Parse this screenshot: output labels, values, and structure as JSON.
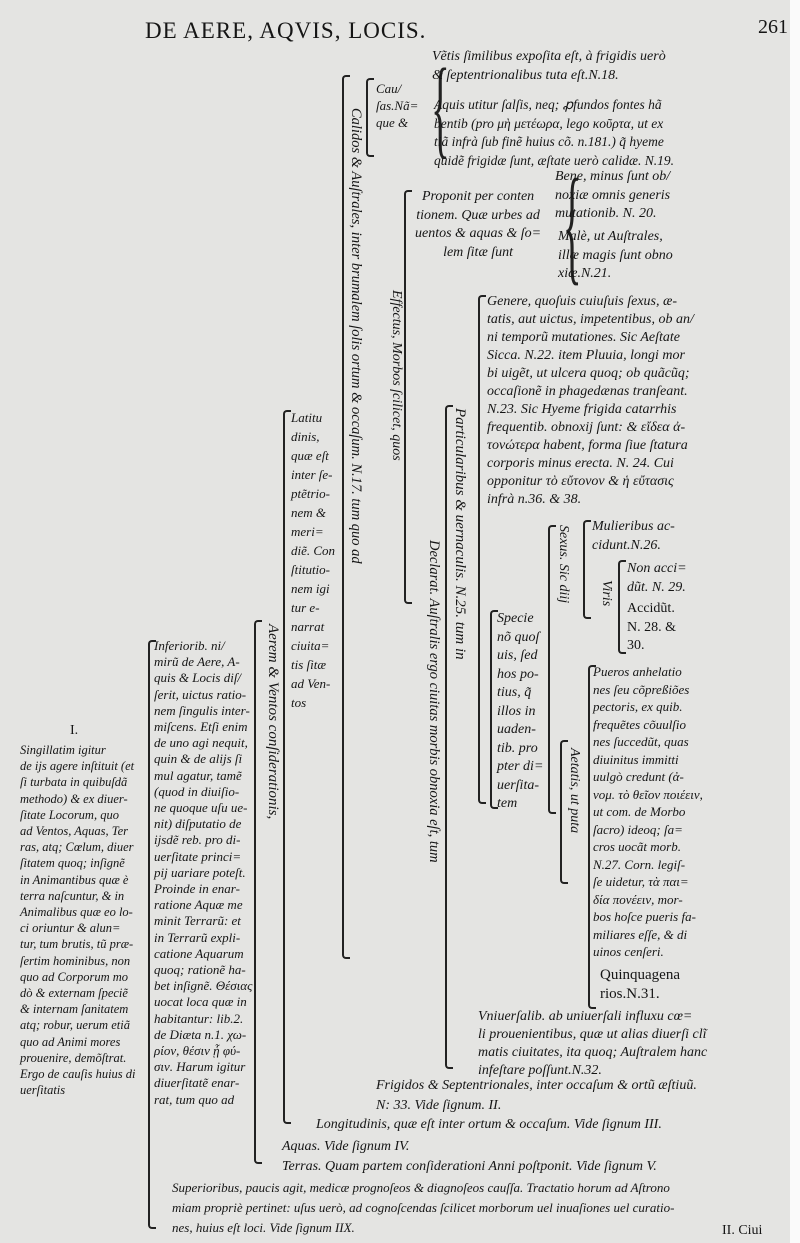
{
  "header": {
    "title": "DE AERE, AQVIS, LOCIS.",
    "page_number": "261"
  },
  "blocks": {
    "causas": [
      "Cau/",
      "ſas.Nã=",
      "que &"
    ],
    "ventis": [
      "Vẽtis ſimilibus expoſita eſt, à frigidis uerò",
      "& ſeptentrionalibus tuta eſt.N.18."
    ],
    "aquis": [
      "Aquis utitur ſalſis, neq; ꝓfundos fontes hã",
      "bentib (pro μὴ μετέωρα, lego κοῦρτα, ut ex",
      "tiã infrà ſub finẽ huius cõ. n.181.) q̃ hyeme",
      "quidẽ frigidæ ſunt, æſtate uerò calidæ. N.19."
    ],
    "proponit": [
      "Proponit per conten",
      "tionem. Quæ urbes ad",
      "uentos & aquas & ſo=",
      "lem ſitæ ſunt"
    ],
    "bene": [
      "Bene, minus ſunt ob/",
      "noxiæ omnis generis",
      "mutationib. N. 20."
    ],
    "male": [
      "Malè, ut Auſtrales,",
      "illæ magis ſunt obno",
      "xiæ.N.21."
    ],
    "genere": [
      "Genere, quoſuis cuiuſuis ſexus, æ-",
      "tatis, aut uictus, impetentibus, ob an/",
      "ni temporũ mutationes. Sic Aeſtate",
      "Sicca. N.22. item Pluuia, longi mor",
      "bi uigẽt, ut ulcera quoq; ob quãcũq;",
      "occaſionẽ in phagedænas tranſeant.",
      "N.23. Sic Hyeme frigida catarrhis",
      "frequentib. obnoxij ſunt: & εἴδεα ἀ-",
      "τονώτερα habent, forma ſiue ſtatura",
      "corporis minus erecta. N. 24. Cui",
      "opponitur τὸ εὔτονον & ἡ εὔτασις",
      "infrà n.36. & 38."
    ],
    "latitudinis": [
      "Latitu",
      "dinis,",
      "quæ eſt",
      "inter ſe-",
      "ptẽtrio-",
      "nem &",
      "meri=",
      "diẽ. Con",
      "ſtitutio-",
      "nem igi",
      "tur e-",
      "narrat",
      "ciuita=",
      "tis ſitæ",
      "ad Ven-",
      "tos"
    ],
    "mulieribus": [
      "Mulieribus ac-",
      "cidunt.N.26."
    ],
    "non_accidunt": [
      "Non acci=",
      "dũt. N. 29."
    ],
    "accidunt": [
      "Accidũt.",
      "N. 28. &",
      "30."
    ],
    "specie": [
      "Specie",
      "nõ quoſ",
      "uis, ſed",
      "hos po-",
      "tius, q̃",
      "illos in",
      "uaden-",
      "tib. pro",
      "pter di=",
      "uerſita-",
      "tem"
    ],
    "pueros": [
      "Pueros anhelatio",
      "nes ſeu cõpreßiões",
      "pectoris, ex quib.",
      "frequẽtes cõuulſio",
      "nes ſuccedũt, quas",
      "diuinitus immitti",
      "uulgò credunt (ἀ-",
      "νομ. τὸ θεῖον ποιέειν,",
      "ut com. de Morbo",
      "ſacro) ideoq; ſa=",
      "cros uocãt morb.",
      "N.27. Corn. legiſ-",
      "ſe uidetur, τὰ παι=",
      "δία πονέειν, mor-",
      "bos hoſce pueris fa-",
      "miliares eſſe, & di",
      "uinos cenſeri."
    ],
    "quinquagenarios": [
      "Quinquagena",
      "rios.N.31."
    ],
    "vniuersalib": [
      "Vniuerſalib. ab uniuerſali influxu cœ=",
      "li prouenientibus, quæ ut alias diuerſi clĩ",
      "matis ciuitates, ita quoq; Auſtralem hanc",
      "infeſtare poſſunt.N.32."
    ],
    "frigidos": [
      "Frigidos & Septentrionales, inter occaſum & ortũ æſtiuũ.",
      "N: 33. Vide ſignum. II."
    ],
    "inferiorib": [
      "Inferiorib. ni/",
      "mirũ de Aere, A-",
      "quis & Locis diſ/",
      "ſerit, uictus ratio-",
      "nem ſingulis inter-",
      "miſcens. Etſi enim",
      "de uno agi nequit,",
      "quin & de alijs ſi",
      "mul agatur, tamẽ",
      "(quod in diuiſio-",
      "ne quoque uſu ue-",
      "nit) diſputatio de",
      "ijsdẽ reb. pro di-",
      "uerſitate princi=",
      "pij uariare poteſt.",
      "Proinde in enar-",
      "ratione Aquæ me",
      "minit Terrarũ: et",
      "in Terrarũ expli-",
      "catione Aquarum",
      "quoq; rationẽ ha-",
      "bet inſignẽ. Θέσιας",
      "uocat loca quæ in",
      "habitantur: lib.2.",
      "de Diæta n.1. χω-",
      "ρίον, θέσιν ᾗ φύ-",
      "σιν. Harum igitur",
      "diuerſitatẽ enar-",
      "rat, tum quo ad"
    ],
    "singillatim": [
      "Singillatim igitur",
      "de ijs agere inſtituit (et",
      "ſi turbata in quibuſdã",
      "methodo) & ex diuer-",
      "ſitate Locorum, quo",
      "ad Ventos, Aquas, Ter",
      "ras, atq; Cœlum, diuer",
      "ſitatem quoq; inſignẽ",
      "in Animantibus quæ è",
      "terra naſcuntur, & in",
      "Animalibus quæ eo lo-",
      "ci oriuntur & alun=",
      "tur, tum brutis, tũ præ-",
      "ſertim hominibus, non",
      "quo ad Corporum mo",
      "dò & externam ſpeciẽ",
      "& internam ſanitatem",
      "atq; robur, uerum etiã",
      "quo ad Animi mores",
      "prouenire, demõſtrat.",
      "Ergo de cauſis huius di",
      "uerſitatis"
    ],
    "superioribus": [
      "Superioribus, paucis agit, medicæ prognoſeos & diagnoſeos cauſſa. Tractatio horum ad Aſtrono",
      "miam propriè pertinet: uſus uerò, ad cognoſcendas ſcilicet morborum uel inuaſiones uel curatio-",
      "nes, huius eſt loci. Vide ſignum IIX."
    ]
  },
  "singles": {
    "section_numeral": "I.",
    "longitudinis": "Longitudinis, quæ eſt inter ortum & occaſum. Vide ſignum III.",
    "aquas": "Aquas. Vide ſignum IV.",
    "terras": "Terras. Quam partem conſiderationi Anni poſtponit. Vide ſignum V.",
    "catchword": "II. Ciui"
  },
  "vertical": {
    "calidos": "Calidos & Auſtrales, inter brumalem ſolis ortum & occaſum. N.17. tum quo ad",
    "effectus": "Effectus, Morbos ſcilicet, quos",
    "particularibus": "Particularibus & uernaculis. N.25. tum in",
    "declarat": "Declarat. Auſtralis ergo ciuitas morbis obnoxia eſt, tum",
    "aerem": "Aerem & Ventos conſiderationis,",
    "sexus": "Sexus. Sic diij",
    "viris": "Viris",
    "aetatis": "Aetatis, ut puta"
  }
}
